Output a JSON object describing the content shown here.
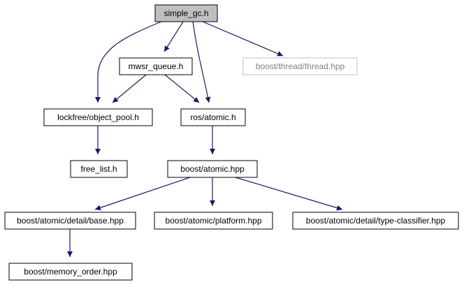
{
  "graph": {
    "style": {
      "edge_color": "#191970",
      "node_border": "#000000",
      "root_fill": "#bfbfbf",
      "external_border": "#bfbfbf",
      "external_text": "#808080"
    },
    "nodes": [
      {
        "id": "simple_gc",
        "label": "simple_gc.h",
        "kind": "root"
      },
      {
        "id": "mwsr_queue",
        "label": "mwsr_queue.h",
        "kind": "normal"
      },
      {
        "id": "thread",
        "label": "boost/thread/thread.hpp",
        "kind": "external"
      },
      {
        "id": "object_pool",
        "label": "lockfree/object_pool.h",
        "kind": "normal"
      },
      {
        "id": "ros_atomic",
        "label": "ros/atomic.h",
        "kind": "normal"
      },
      {
        "id": "free_list",
        "label": "free_list.h",
        "kind": "normal"
      },
      {
        "id": "boost_atomic",
        "label": "boost/atomic.hpp",
        "kind": "normal"
      },
      {
        "id": "base",
        "label": "boost/atomic/detail/base.hpp",
        "kind": "normal"
      },
      {
        "id": "platform",
        "label": "boost/atomic/platform.hpp",
        "kind": "normal"
      },
      {
        "id": "type_classifier",
        "label": "boost/atomic/detail/type-classifier.hpp",
        "kind": "normal"
      },
      {
        "id": "memory_order",
        "label": "boost/memory_order.hpp",
        "kind": "normal"
      }
    ],
    "edges": [
      {
        "from": "simple_gc",
        "to": "mwsr_queue"
      },
      {
        "from": "simple_gc",
        "to": "object_pool"
      },
      {
        "from": "simple_gc",
        "to": "ros_atomic"
      },
      {
        "from": "simple_gc",
        "to": "thread"
      },
      {
        "from": "mwsr_queue",
        "to": "object_pool"
      },
      {
        "from": "mwsr_queue",
        "to": "ros_atomic"
      },
      {
        "from": "object_pool",
        "to": "free_list"
      },
      {
        "from": "ros_atomic",
        "to": "boost_atomic"
      },
      {
        "from": "boost_atomic",
        "to": "base"
      },
      {
        "from": "boost_atomic",
        "to": "platform"
      },
      {
        "from": "boost_atomic",
        "to": "type_classifier"
      },
      {
        "from": "base",
        "to": "memory_order"
      }
    ]
  }
}
